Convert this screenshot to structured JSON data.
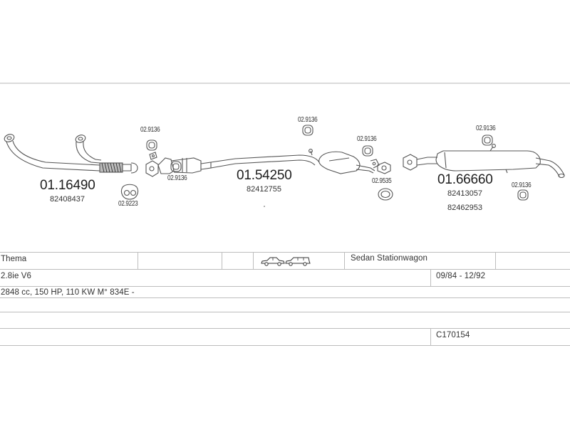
{
  "diagram": {
    "parts": [
      {
        "number": "01.16490",
        "oem": "82408437"
      },
      {
        "number": "01.54250",
        "oem": "82412755"
      },
      {
        "number": "01.66660",
        "oem": [
          "82413057",
          "82462953"
        ]
      }
    ],
    "small_parts": {
      "a": "02.9136",
      "b": "02.9136",
      "c": "02.9223",
      "d": "02.9136",
      "e": "02.9136",
      "f": "02.9535",
      "g": "02.9136",
      "h": "02.9136"
    }
  },
  "table": {
    "model": "Thema",
    "body_type": "Sedan Stationwagon",
    "engine": "2.8ie V6",
    "period": "09/84 - 12/92",
    "specs": "2848 cc, 150 HP, 110 KW M° 834E -",
    "code": "C170154",
    "icons": [
      "sedan-car-icon",
      "station-wagon-icon"
    ]
  }
}
